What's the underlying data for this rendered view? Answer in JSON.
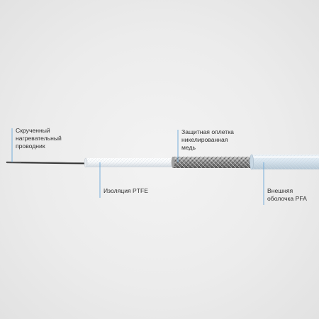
{
  "labels": {
    "heating_wire": [
      "Скрученный",
      "нагревательный",
      "проводник"
    ],
    "ptfe_insulation": [
      "Изоляция PTFE"
    ],
    "shield_braid": [
      "Защитная оплетка",
      "никелированная",
      "медь"
    ],
    "pfa_jacket": [
      "Внешняя",
      "оболочка PFA"
    ]
  },
  "colors": {
    "background": "#ececec",
    "leader_line": "#6aa7d8",
    "text": "#2e2e2e",
    "wire": "#3a3a3a",
    "ptfe": "#f4f6f8",
    "braid": "#8f8f8f",
    "pfa": "#d6e4ef"
  }
}
